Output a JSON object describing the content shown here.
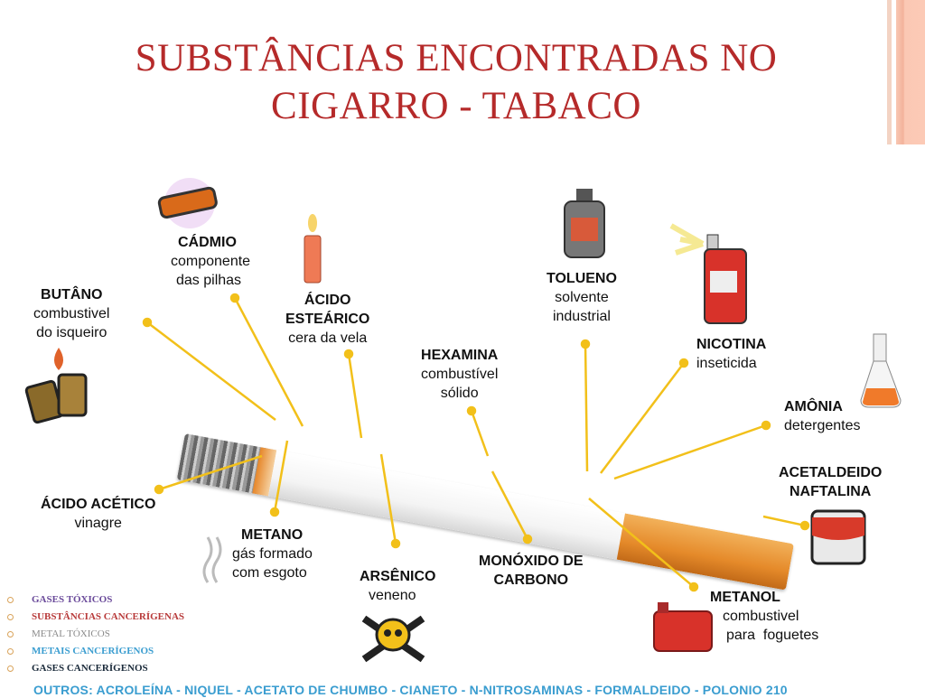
{
  "title_lines": [
    "SUBSTÂNCIAS ENCONTRADAS NO",
    "CIGARRO - TABACO"
  ],
  "labels": {
    "butano": {
      "name": "BUTÂNO",
      "desc": [
        "combustivel",
        "do isqueiro"
      ]
    },
    "cadmio": {
      "name": "CÁDMIO",
      "desc": [
        "componente",
        "das pilhas"
      ]
    },
    "acido_estearico": {
      "name": [
        "ÁCIDO",
        "ESTEÁRICO"
      ],
      "desc": [
        "cera da vela"
      ]
    },
    "hexamina": {
      "name": "HEXAMINA",
      "desc": [
        "combustível",
        "sólido"
      ]
    },
    "tolueno": {
      "name": "TOLUENO",
      "desc": [
        "solvente",
        "industrial"
      ]
    },
    "nicotina": {
      "name": "NICOTINA",
      "desc": [
        "inseticida"
      ]
    },
    "amonia": {
      "name": "AMÔNIA",
      "desc": [
        "detergentes"
      ]
    },
    "acetaldeido": {
      "name": [
        "ACETALDEIDO",
        "NAFTALINA"
      ]
    },
    "metanol": {
      "name": "METANOL",
      "desc": [
        "combustivel",
        "para  foguetes"
      ]
    },
    "monoxido": {
      "name": [
        "MONÓXIDO DE",
        "CARBONO"
      ]
    },
    "arsenico": {
      "name": "ARSÊNICO",
      "desc": [
        "veneno"
      ]
    },
    "metano": {
      "name": "METANO",
      "desc": [
        "gás formado",
        "com esgoto"
      ]
    },
    "acido_acetico": {
      "name": "ÁCIDO ACÉTICO",
      "desc": [
        "vinagre"
      ]
    }
  },
  "legend": [
    {
      "label": "GASES TÓXICOS",
      "color": "#6a4a9a"
    },
    {
      "label": "SUBSTÂNCIAS CANCERÍGENAS",
      "color": "#b83a3a"
    },
    {
      "label": "METAL TÓXICOS",
      "color": "#8a8a8a"
    },
    {
      "label": "METAIS CANCERÍGENOS",
      "color": "#3a9dd0"
    },
    {
      "label": "GASES CANCERÍGENOS",
      "color": "#1a2a3a"
    }
  ],
  "outros": "OUTROS: ACROLEÍNA - NIQUEL - ACETATO DE CHUMBO - CIANETO - N-NITROSAMINAS - FORMALDEIDO - POLONIO 210",
  "colors": {
    "title": "#b52a2a",
    "leader": "#f2c01a",
    "accent_stripes": "#f6c3ad"
  }
}
